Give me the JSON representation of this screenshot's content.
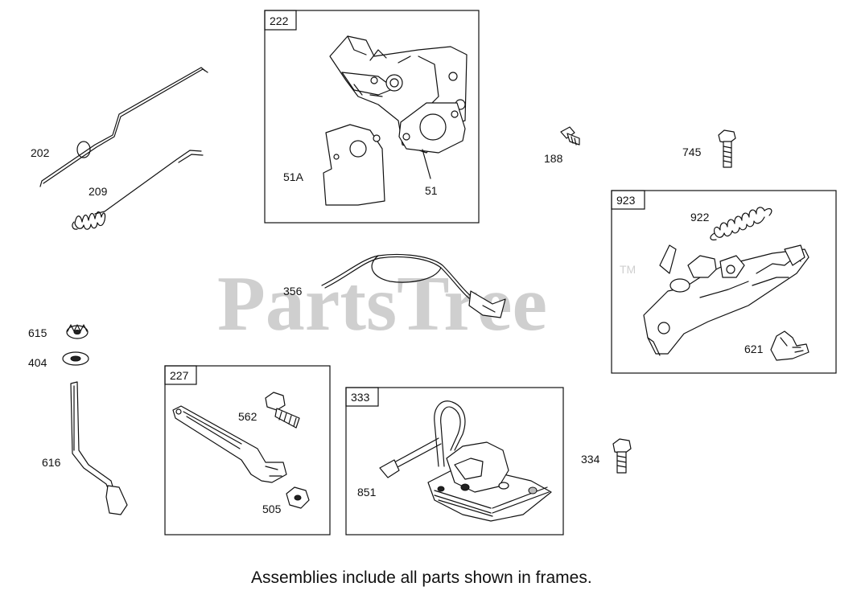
{
  "watermark": {
    "text": "PartsTree",
    "trademark": "TM"
  },
  "footer": "Assemblies include all parts shown in frames.",
  "frames": {
    "f222": "222",
    "f923": "923",
    "f227": "227",
    "f333": "333"
  },
  "parts": {
    "p202": "202",
    "p209": "209",
    "p51a": "51A",
    "p51": "51",
    "p188": "188",
    "p745": "745",
    "p922": "922",
    "p621": "621",
    "p356": "356",
    "p615": "615",
    "p404": "404",
    "p616": "616",
    "p562": "562",
    "p505": "505",
    "p851": "851",
    "p334": "334"
  },
  "colors": {
    "line": "#111111",
    "watermark": "#cfcfcf",
    "background": "#ffffff"
  }
}
